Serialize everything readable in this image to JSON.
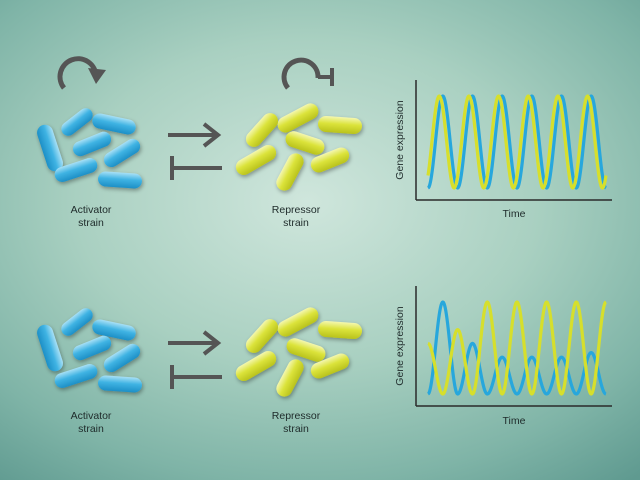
{
  "colors": {
    "activator": "#27a7dc",
    "activator_highlight": "#9fdcf4",
    "repressor": "#d6df2c",
    "repressor_highlight": "#f2f6a0",
    "arrow": "#555555",
    "axis": "#2a2a2a"
  },
  "icons": {
    "self_activation": "circular-arrow-icon",
    "self_repression": "circular-inhibition-icon",
    "activation": "arrow-right-icon",
    "repression": "inhibition-bar-icon"
  },
  "top": {
    "activator_label": "Activator\nstrain",
    "repressor_label": "Repressor\nstrain",
    "plot": {
      "ylabel": "Gene expression",
      "xlabel": "Time"
    }
  },
  "bottom": {
    "activator_label": "Activator\nstrain",
    "repressor_label": "Repressor\nstrain",
    "plot": {
      "ylabel": "Gene expression",
      "xlabel": "Time"
    }
  },
  "chart_data": [
    {
      "type": "line",
      "xlabel": "Time",
      "ylabel": "Gene expression",
      "series": [
        {
          "color": "#27a7dc",
          "cycles": 6,
          "phase": 0.0,
          "amplitude": [
            1,
            1,
            1,
            1,
            1,
            1
          ]
        },
        {
          "color": "#d6df2c",
          "cycles": 6,
          "phase": 0.12,
          "amplitude": [
            1,
            1,
            1,
            1,
            1,
            1
          ]
        }
      ]
    },
    {
      "type": "line",
      "xlabel": "Time",
      "ylabel": "Gene expression",
      "series": [
        {
          "color": "#27a7dc",
          "cycles": 6,
          "phase": 0.0,
          "amplitude": [
            1,
            0.55,
            0.4,
            0.4,
            0.4,
            0.45
          ]
        },
        {
          "color": "#d6df2c",
          "cycles": 6,
          "phase": 0.5,
          "amplitude": [
            0.55,
            0.7,
            1,
            1,
            1,
            1
          ]
        }
      ]
    }
  ]
}
